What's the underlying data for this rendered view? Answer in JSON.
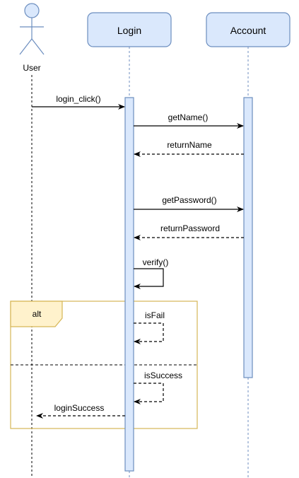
{
  "actor": {
    "label": "User"
  },
  "participants": [
    {
      "id": "login",
      "label": "Login"
    },
    {
      "id": "account",
      "label": "Account"
    }
  ],
  "messages": [
    {
      "label": "login_click()",
      "from": "User",
      "to": "Login",
      "style": "solid"
    },
    {
      "label": "getName()",
      "from": "Login",
      "to": "Account",
      "style": "solid"
    },
    {
      "label": "returnName",
      "from": "Account",
      "to": "Login",
      "style": "dashed"
    },
    {
      "label": "getPassword()",
      "from": "Login",
      "to": "Account",
      "style": "solid"
    },
    {
      "label": "returnPassword",
      "from": "Account",
      "to": "Login",
      "style": "dashed"
    },
    {
      "label": "verify()",
      "from": "Login",
      "to": "Login",
      "style": "solid"
    },
    {
      "label": "isFail",
      "from": "Login",
      "to": "Login",
      "style": "dashed"
    },
    {
      "label": "isSuccess",
      "from": "Login",
      "to": "Login",
      "style": "dashed"
    },
    {
      "label": "loginSuccess",
      "from": "Login",
      "to": "User",
      "style": "dashed"
    }
  ],
  "fragment": {
    "label": "alt"
  },
  "colors": {
    "participant_fill": "#dae8fc",
    "participant_stroke": "#6c8ebf",
    "fragment_fill": "#fff2cc",
    "fragment_stroke": "#d6b656",
    "line": "#000000"
  }
}
